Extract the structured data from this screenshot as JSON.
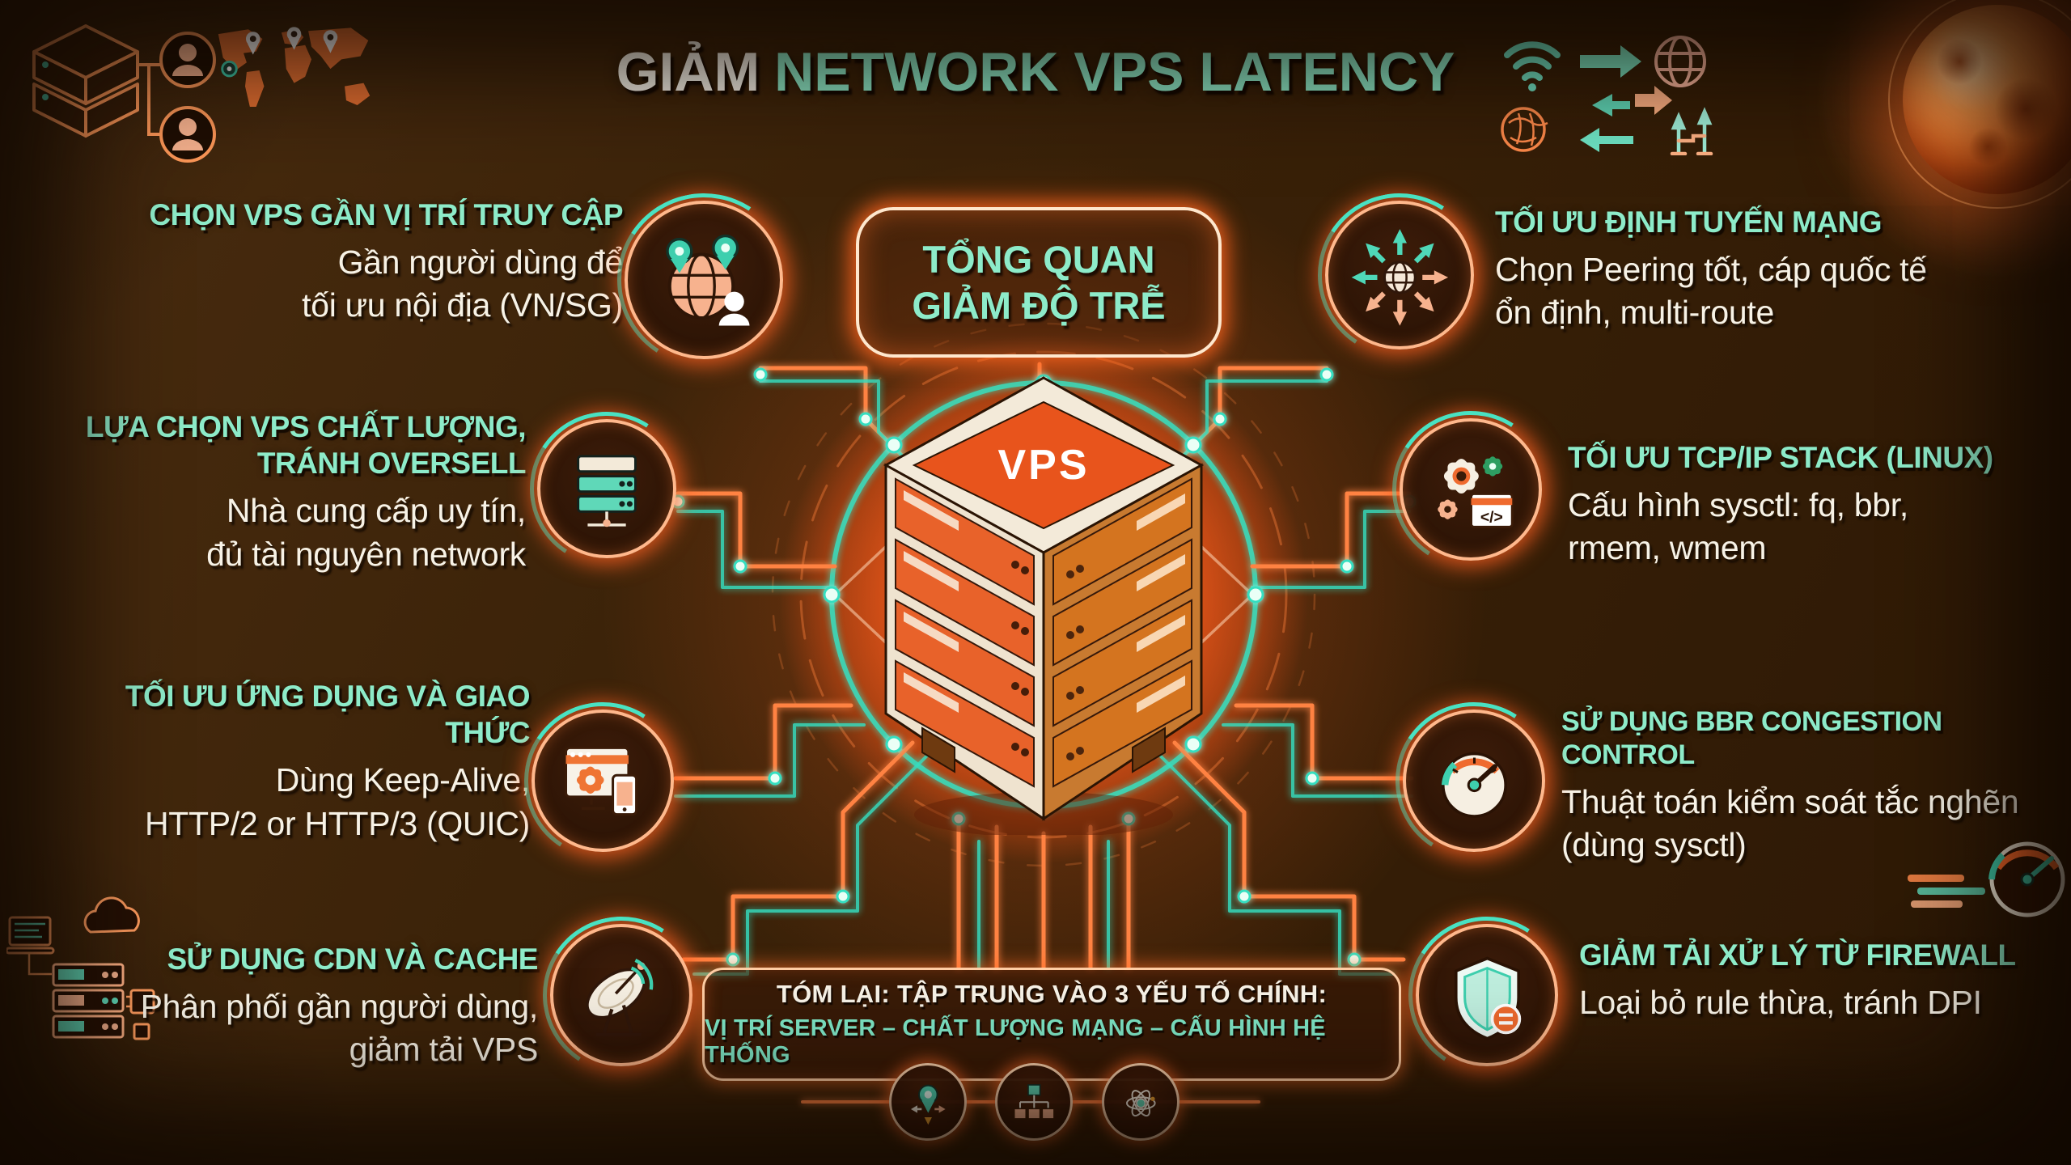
{
  "header": {
    "title_white": "GIẢM",
    "title_teal": "NETWORK VPS LATENCY"
  },
  "overview_box": {
    "line1": "TỔNG QUAN",
    "line2": "GIẢM ĐỘ TRỄ"
  },
  "center_server": {
    "label": "VPS",
    "icon": "isometric-server-tower"
  },
  "left_items": [
    {
      "icon": "globe-location-pins-user-icon",
      "heading": "CHỌN VPS GẦN VỊ TRÍ TRUY CẬP",
      "desc": "Gần người dùng để\ntối ưu nội địa (VN/SG)"
    },
    {
      "icon": "server-stack-icon",
      "heading": "LỰA CHỌN VPS CHẤT LƯỢNG,\nTRÁNH OVERSELL",
      "desc": "Nhà cung cấp uy tín,\nđủ tài nguyên network"
    },
    {
      "icon": "browser-gear-devices-icon",
      "heading": "TỐI ƯU ỨNG DỤNG VÀ GIAO THỨC",
      "desc": "Dùng Keep-Alive,\nHTTP/2 or HTTP/3 (QUIC)"
    },
    {
      "icon": "satellite-dish-icon",
      "heading": "SỬ DỤNG CDN VÀ CACHE",
      "desc": "Phân phối gần người dùng,\ngiảm tải VPS"
    }
  ],
  "right_items": [
    {
      "icon": "globe-routes-arrows-icon",
      "heading": "TỐI ƯU ĐỊNH TUYẾN MẠNG",
      "desc": "Chọn Peering tốt, cáp quốc tế\nổn định, multi-route"
    },
    {
      "icon": "gears-code-icon",
      "heading": "TỐI ƯU TCP/IP STACK (LINUX)",
      "desc": "Cấu hình sysctl: fq, bbr,\nrmem, wmem"
    },
    {
      "icon": "speedometer-icon",
      "heading": "SỬ DỤNG BBR CONGESTION CONTROL",
      "desc": "Thuật toán kiểm soát tắc nghẽn\n(dùng sysctl)"
    },
    {
      "icon": "shield-icon",
      "heading": "GIẢM TẢI XỬ LÝ TỪ FIREWALL",
      "desc": "Loại bỏ rule thừa, tránh DPI"
    }
  ],
  "summary_box": {
    "line1": "TÓM LẠI: TẬP TRUNG VÀO 3 YẾU TỐ CHÍNH:",
    "line2": "VỊ TRÍ SERVER – CHẤT LƯỢNG MẠNG – CẤU HÌNH HỆ THỐNG",
    "icons": [
      "location-pin-icon",
      "network-topology-icon",
      "atom-icon"
    ]
  },
  "decor_icons": [
    "server-3d-stack-icon",
    "user-icon",
    "user-icon",
    "world-map-icon",
    "wifi-icon",
    "arrow-icons",
    "globe-icon",
    "latency-ruler-icon",
    "glowing-earth-icon",
    "cloud-devices-icon",
    "speed-gauge-icon"
  ],
  "colors": {
    "teal": "#8DEBC9",
    "orange": "#FF6A2A",
    "white": "#F7F3EA",
    "background": "#3A2208"
  }
}
